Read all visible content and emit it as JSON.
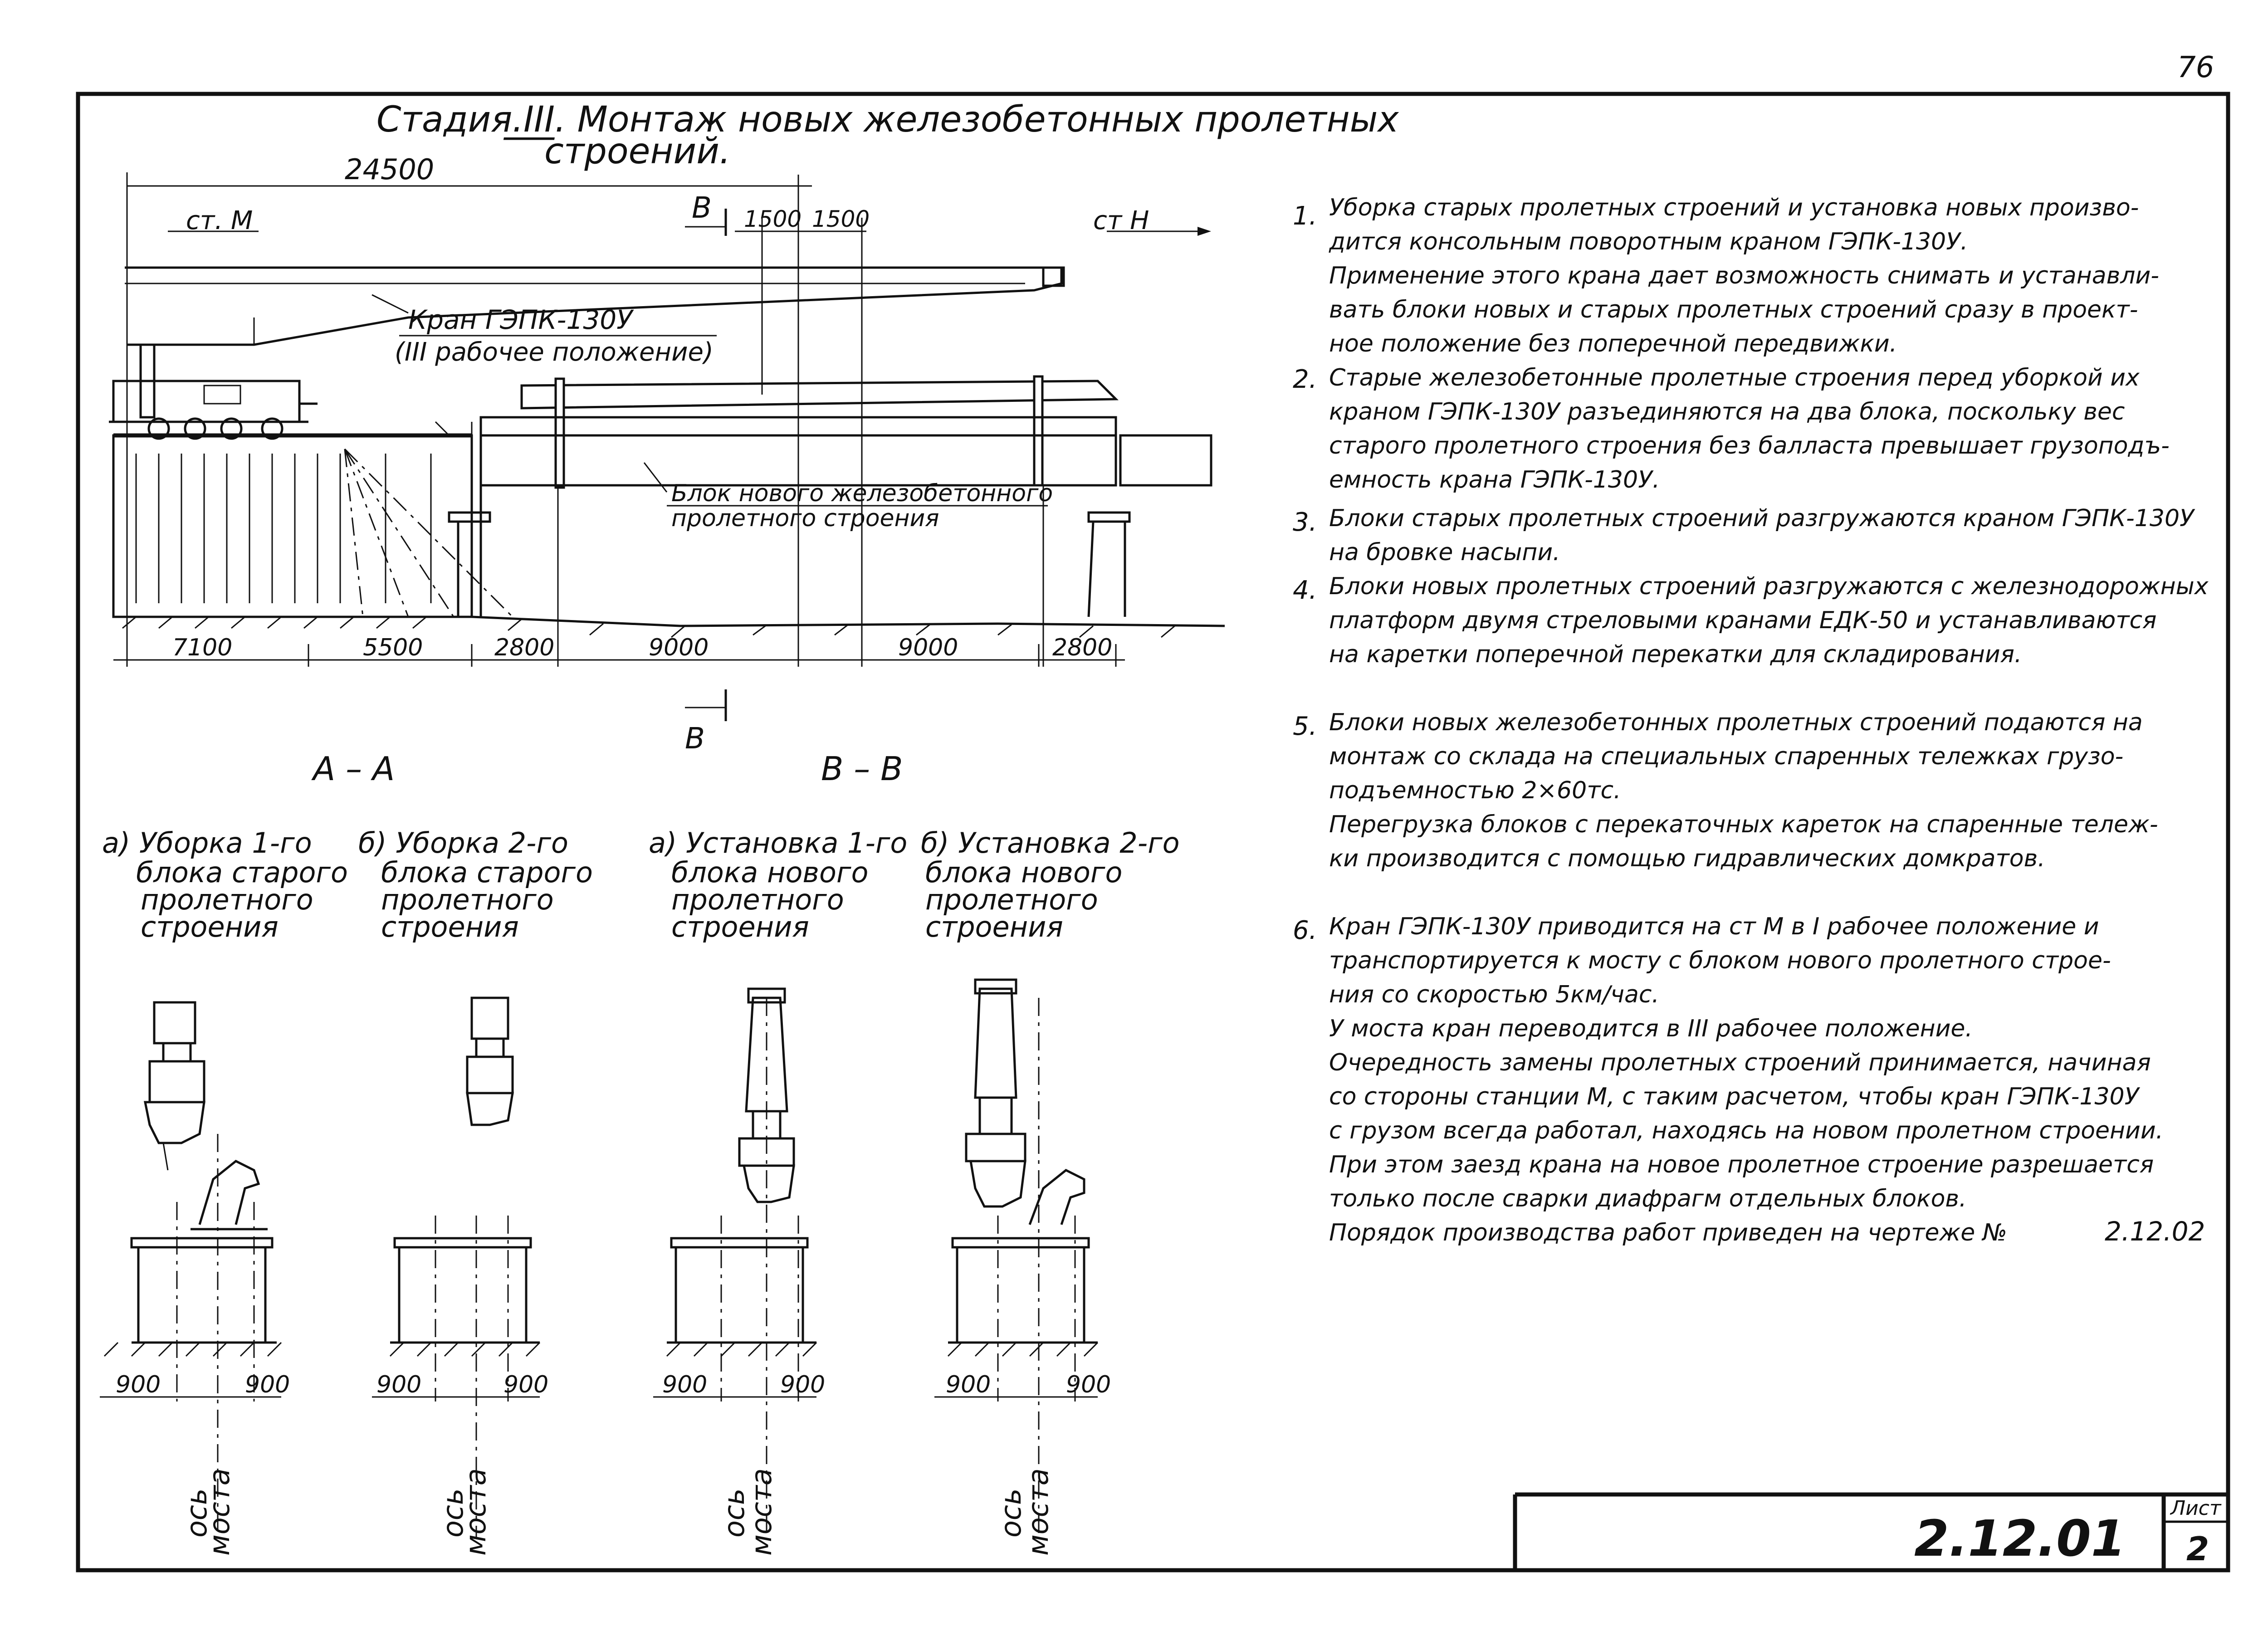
{
  "page_number": "76",
  "title": {
    "line1": "Стадия.̲I̲I̲I̲. Монтаж новых железобетонных пролетных",
    "line2": "строений."
  },
  "elevation": {
    "overall_dim": "24500",
    "left_station": "ст. М",
    "right_station": "ст Н",
    "section_mark_top": "В",
    "section_mark_bottom": "В",
    "dim_top_1": "1500",
    "dim_top_2": "1500",
    "crane_label_1": "Кран ГЭПК-130У",
    "crane_label_2": "(III рабочее положение)",
    "block_label_1": "Блок нового железобетонного",
    "block_label_2": "пролетного строения",
    "bottom_dims": [
      "7100",
      "5500",
      "2800",
      "9000",
      "9000",
      "2800"
    ]
  },
  "sections": {
    "aa_label": "А – А",
    "bb_label": "В – В",
    "views": [
      {
        "lines": [
          "а) Уборка 1-го",
          "блока старого",
          "пролетного",
          "строения"
        ],
        "dim_left": "900",
        "dim_right": "900",
        "axis_1": "ось",
        "axis_2": "моста"
      },
      {
        "lines": [
          "б) Уборка 2-го",
          "блока старого",
          "пролетного",
          "строения"
        ],
        "dim_left": "900",
        "dim_right": "900",
        "axis_1": "ось",
        "axis_2": "моста"
      },
      {
        "lines": [
          "а) Установка 1-го",
          "блока нового",
          "пролетного",
          "строения"
        ],
        "dim_left": "900",
        "dim_right": "900",
        "axis_1": "ось",
        "axis_2": "моста"
      },
      {
        "lines": [
          "б) Установка 2-го",
          "блока нового",
          "пролетного",
          "строения"
        ],
        "dim_left": "900",
        "dim_right": "900",
        "axis_1": "ось",
        "axis_2": "моста"
      }
    ]
  },
  "notes": [
    {
      "num": "1.",
      "lines": [
        "Уборка старых пролетных строений и установка новых произво-",
        "дится консольным поворотным краном ГЭПК-130У.",
        "Применение этого крана дает возможность снимать и устанавли-",
        "вать блоки новых и старых пролетных строений сразу в проект-",
        "ное положение без поперечной передвижки."
      ]
    },
    {
      "num": "2.",
      "lines": [
        "Старые железобетонные пролетные строения перед уборкой их",
        "краном ГЭПК-130У разъединяются на два блока, поскольку вес",
        "старого пролетного строения без балласта превышает грузоподъ-",
        "емность крана ГЭПК-130У."
      ]
    },
    {
      "num": "3.",
      "lines": [
        "Блоки старых пролетных строений разгружаются краном ГЭПК-130У",
        "на бровке насыпи."
      ]
    },
    {
      "num": "4.",
      "lines": [
        "Блоки новых пролетных строений разгружаются с железнодорожных",
        "платформ двумя стреловыми кранами ЕДК-50 и устанавливаются",
        "на каретки поперечной перекатки для складирования."
      ]
    },
    {
      "num": "5.",
      "lines": [
        "Блоки новых железобетонных пролетных строений подаются на",
        "монтаж со склада на специальных спаренных тележках грузо-",
        "подъемностью 2×60тс.",
        "Перегрузка блоков с перекаточных кареток на спаренные тележ-",
        "ки производится с помощью гидравлических домкратов."
      ]
    },
    {
      "num": "6.",
      "lines": [
        "Кран ГЭПК-130У приводится на ст М в I рабочее положение и",
        "транспортируется к мосту с блоком нового пролетного строе-",
        "ния со скоростью 5км/час.",
        "У моста кран переводится в III рабочее положение.",
        "Очередность замены пролетных строений принимается, начиная",
        "со стороны станции М, с таким расчетом, чтобы кран ГЭПК-130У",
        "с грузом всегда работал, находясь на новом пролетном строении.",
        "При этом заезд крана на новое пролетное строение разрешается",
        "только после сварки диафрагм отдельных блоков.",
        "Порядок производства работ приведен на чертеже №"
      ]
    }
  ],
  "notes_ref": "2.12.02",
  "stamp": {
    "doc_number": "2.12.01",
    "sheet_label": "Лист",
    "sheet_number": "2"
  }
}
